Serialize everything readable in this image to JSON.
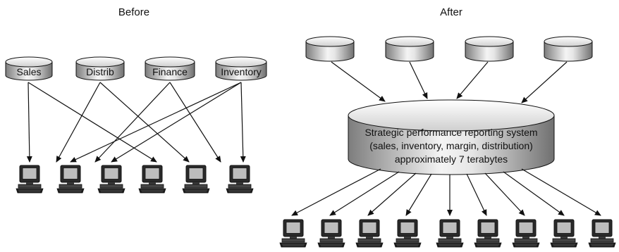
{
  "before": {
    "title": "Before",
    "databases": [
      {
        "label": "Sales"
      },
      {
        "label": "Distrib"
      },
      {
        "label": "Finance"
      },
      {
        "label": "Inventory"
      }
    ],
    "terminals": 6
  },
  "after": {
    "title": "After",
    "source_databases": 4,
    "hub": {
      "line1": "Strategic performance reporting system",
      "line2": "(sales, inventory, margin, distribution)",
      "line3": "approximately 7 terabytes"
    },
    "terminals": 9
  },
  "colors": {
    "cylinder_light": "#f2f2f2",
    "cylinder_dark": "#8a8a8a",
    "stroke": "#111111"
  },
  "icons": [
    "database-cylinder-icon",
    "computer-terminal-icon",
    "arrow-icon"
  ]
}
